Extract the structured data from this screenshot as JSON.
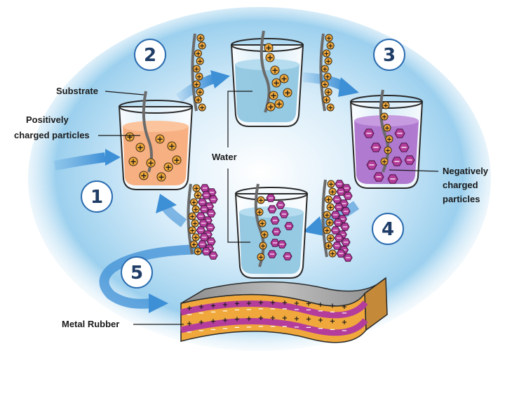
{
  "steps": [
    "1",
    "2",
    "3",
    "4",
    "5"
  ],
  "labels": {
    "substrate": "Substrate",
    "positive_line1": "Positively",
    "positive_line2": "charged particles",
    "water": "Water",
    "negative_line1": "Negatively",
    "negative_line2": "charged",
    "negative_line3": "particles",
    "metal_rubber": "Metal Rubber"
  },
  "symbols": {
    "positive": "+",
    "negative": "−"
  },
  "colors": {
    "background_glow": "#8ec6ea",
    "arrow": "#3d8fd6",
    "beaker_positive_liquid": "#f7a977",
    "beaker_water_liquid": "#8cc4df",
    "beaker_negative_liquid": "#a86ccb",
    "positive_particle": "#f0a83c",
    "negative_particle": "#b43d9b",
    "substrate": "#6b6b6b",
    "step_circle_stroke": "#2b6cb0"
  }
}
